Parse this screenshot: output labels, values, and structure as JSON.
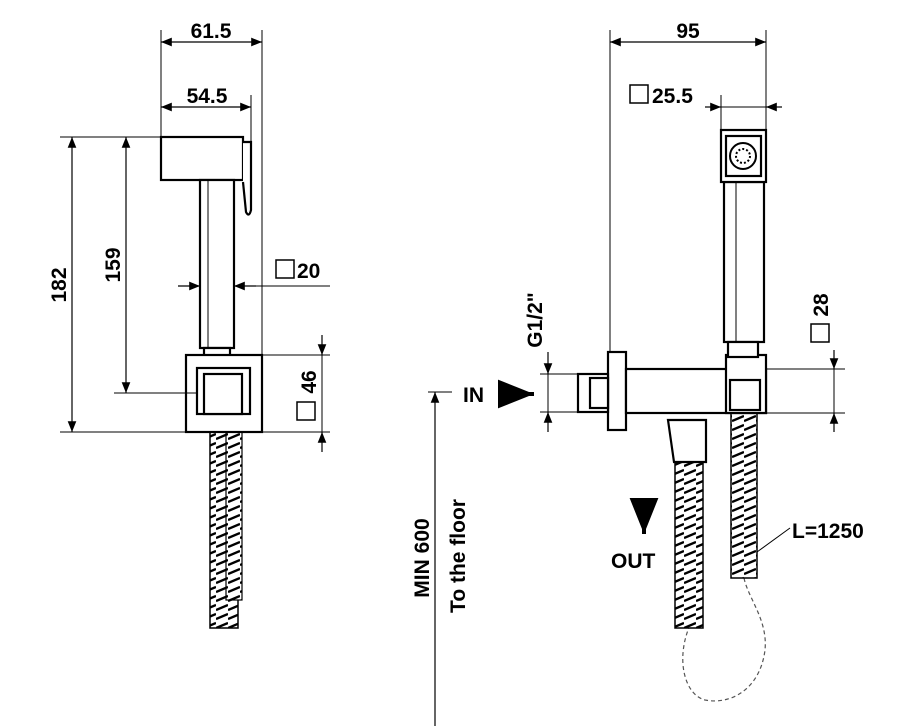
{
  "side_view": {
    "dim_total_width": "61.5",
    "dim_body_width": "54.5",
    "dim_total_height": "182",
    "dim_handle_height": "159",
    "dim_handle_square": "20",
    "dim_bracket_square": "46"
  },
  "front_view": {
    "dim_total_depth": "95",
    "dim_head_square": "25.5",
    "dim_connection_thread": "G1/2\"",
    "dim_body_square": "28",
    "label_in": "IN",
    "label_out": "OUT",
    "label_hose_length": "L=1250",
    "label_min_height": "MIN 600",
    "label_to_floor": "To the floor"
  },
  "colors": {
    "line": "#000000",
    "background": "#ffffff"
  },
  "icons": [
    "square-symbol-icon",
    "arrow-right-icon",
    "arrow-down-icon",
    "arrow-up-icon"
  ]
}
